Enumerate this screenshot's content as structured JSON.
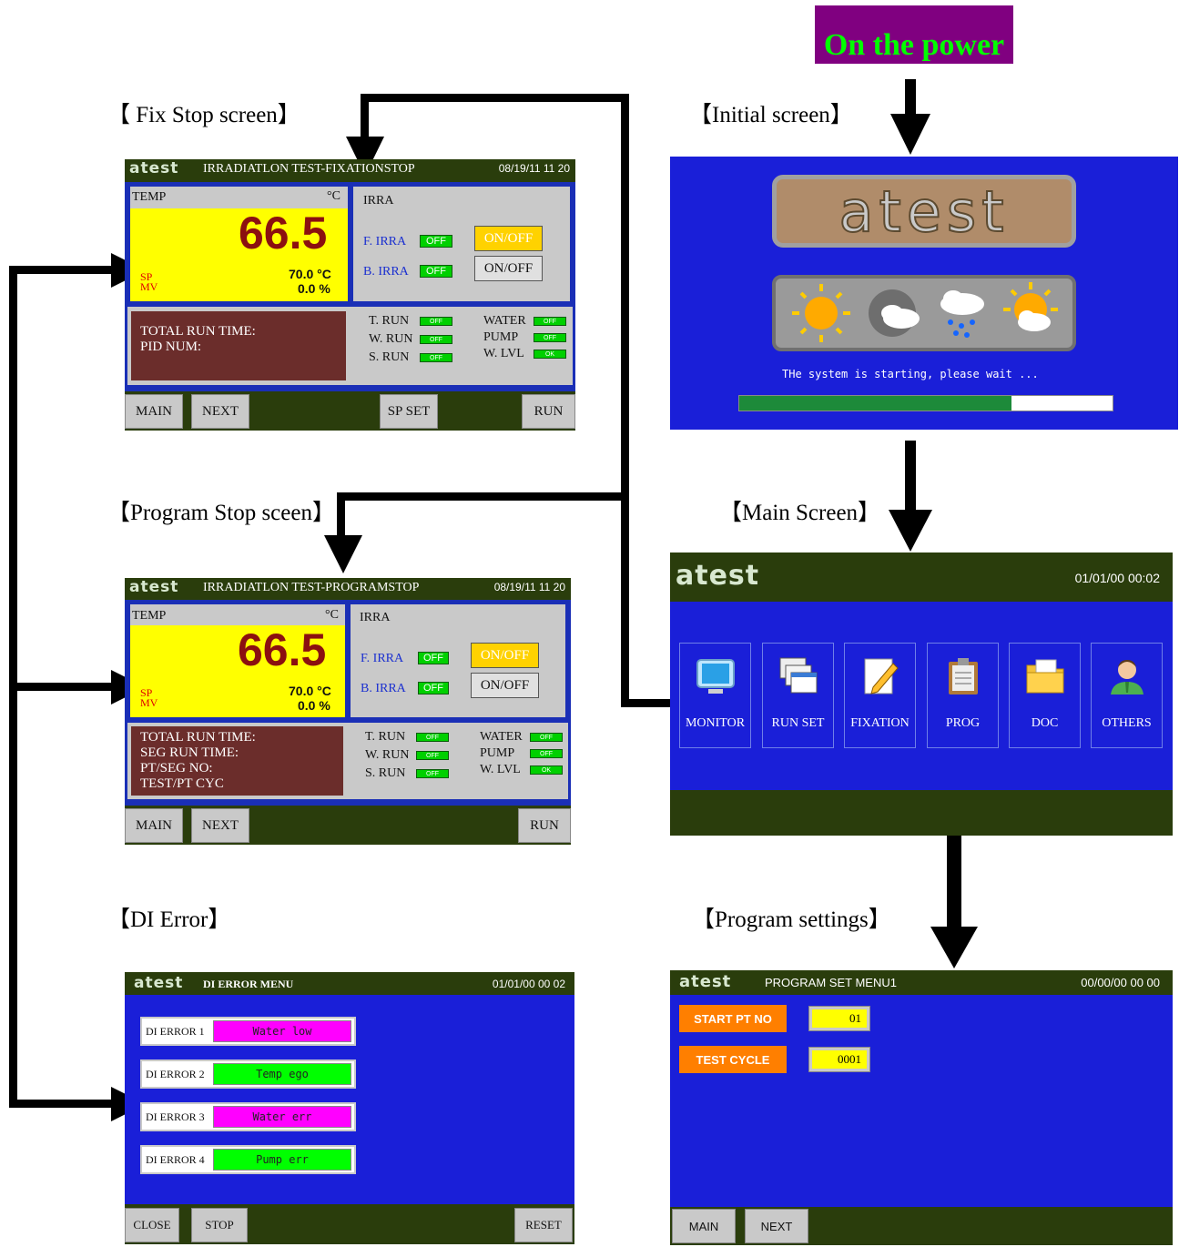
{
  "power": {
    "label": "On the power",
    "bg": "#800080",
    "fg": "#00ff00"
  },
  "captions": {
    "fix_stop": "【 Fix Stop screen】",
    "initial": "【Initial screen】",
    "program_stop": "【Program Stop sceen】",
    "main": "【Main Screen】",
    "di_error": "【DI Error】",
    "program_settings": "【Program settings】"
  },
  "fix_stop": {
    "logo": "atest",
    "title": "IRRADIATLON TEST-FIXATIONSTOP",
    "datetime": "08/19/11 11 20",
    "temp_label": "TEMP",
    "unit": "°C",
    "pv": "66.5",
    "sp_label": "SP",
    "mv_label": "MV",
    "sp_value": "70.0 °C",
    "mv_value": "0.0 %",
    "irra_label": "IRRA",
    "f_irra": "F. IRRA",
    "b_irra": "B. IRRA",
    "off": "OFF",
    "onoff": "ON/OFF",
    "info_text": "TOTAL RUN TIME:\nPID NUM:",
    "status": [
      {
        "label": "T. RUN",
        "state": "OFF"
      },
      {
        "label": "W. RUN",
        "state": "OFF"
      },
      {
        "label": "S. RUN",
        "state": "OFF"
      },
      {
        "label": "WATER",
        "state": "OFF"
      },
      {
        "label": "PUMP",
        "state": "OFF"
      },
      {
        "label": "W. LVL",
        "state": "OK"
      }
    ],
    "buttons": {
      "main": "MAIN",
      "next": "NEXT",
      "sp_set": "SP SET",
      "run": "RUN"
    }
  },
  "program_stop": {
    "logo": "atest",
    "title": "IRRADIATLON TEST-PROGRAMSTOP",
    "datetime": "08/19/11 11 20",
    "temp_label": "TEMP",
    "unit": "°C",
    "pv": "66.5",
    "sp_label": "SP",
    "mv_label": "MV",
    "sp_value": "70.0 °C",
    "mv_value": "0.0 %",
    "irra_label": "IRRA",
    "f_irra": "F. IRRA",
    "b_irra": "B. IRRA",
    "off": "OFF",
    "onoff": "ON/OFF",
    "info_text": "TOTAL RUN TIME:\nSEG RUN TIME:\nPT/SEG NO:\nTEST/PT CYC",
    "status": [
      {
        "label": "T. RUN",
        "state": "OFF"
      },
      {
        "label": "W. RUN",
        "state": "OFF"
      },
      {
        "label": "S. RUN",
        "state": "OFF"
      },
      {
        "label": "WATER",
        "state": "OFF"
      },
      {
        "label": "PUMP",
        "state": "OFF"
      },
      {
        "label": "W. LVL",
        "state": "OK"
      }
    ],
    "buttons": {
      "main": "MAIN",
      "next": "NEXT",
      "run": "RUN"
    }
  },
  "initial": {
    "logo": "atest",
    "message": "THe system is starting, please wait ...",
    "progress": 0.73
  },
  "main_screen": {
    "logo": "atest",
    "datetime": "01/01/00 00:02",
    "tiles": [
      "MONITOR",
      "RUN SET",
      "FIXATION",
      "PROG",
      "DOC",
      "OTHERS"
    ]
  },
  "di_error": {
    "logo": "atest",
    "title": "DI ERROR MENU",
    "datetime": "01/01/00 00 02",
    "rows": [
      {
        "label": "DI ERROR 1",
        "value": "Water low",
        "color": "#ff00ff"
      },
      {
        "label": "DI ERROR 2",
        "value": "Temp ego",
        "color": "#00ff00"
      },
      {
        "label": "DI ERROR 3",
        "value": "Water err",
        "color": "#ff00ff"
      },
      {
        "label": "DI ERROR 4",
        "value": "Pump err",
        "color": "#00ff00"
      }
    ],
    "buttons": {
      "close": "CLOSE",
      "stop": "STOP",
      "reset": "RESET"
    }
  },
  "program_settings": {
    "logo": "atest",
    "title": "PROGRAM SET MENU1",
    "datetime": "00/00/00 00 00",
    "start_pt_label": "START PT NO",
    "start_pt_value": "01",
    "test_cycle_label": "TEST CYCLE",
    "test_cycle_value": "0001",
    "buttons": {
      "main": "MAIN",
      "next": "NEXT"
    }
  }
}
